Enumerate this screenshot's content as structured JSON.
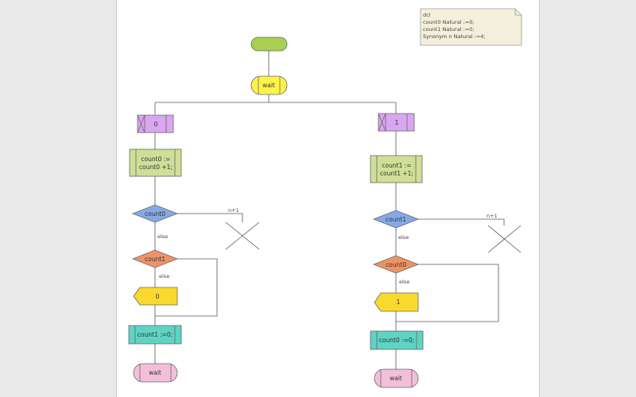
{
  "declaration": {
    "lines": [
      "dcl",
      "count0 Natural :=0;",
      "count1 Natural :=0;",
      "Synonym n Natural :=4;"
    ]
  },
  "start": {
    "label": ""
  },
  "state_wait": {
    "label": "wait"
  },
  "left": {
    "input": "0",
    "task1": [
      "count0 :=",
      "count0 +1;"
    ],
    "decision1": "count0",
    "decision1_branch": "n+1",
    "decision1_else": "else",
    "decision2": "count1",
    "decision2_else": "else",
    "output": "0",
    "task2": "count1 :=0;",
    "next_state": "wait"
  },
  "right": {
    "input": "1",
    "task1": [
      "count1 :=",
      "count1 +1;"
    ],
    "decision1": "count1",
    "decision1_branch": "n+1",
    "decision1_else": "else",
    "decision2": "count0",
    "decision2_else": "else",
    "output": "1",
    "task2": "count0 :=0;",
    "next_state": "wait"
  },
  "colors": {
    "start": "#a8cf52",
    "state": "#fff34a",
    "input": "#d9a6f0",
    "task": "#cfdf96",
    "decision1": "#86a9e6",
    "decision2": "#ee9366",
    "output": "#f9d92e",
    "reset_task": "#5fd3c4",
    "next_state": "#f2bfd9",
    "note": "#f4efdb"
  }
}
